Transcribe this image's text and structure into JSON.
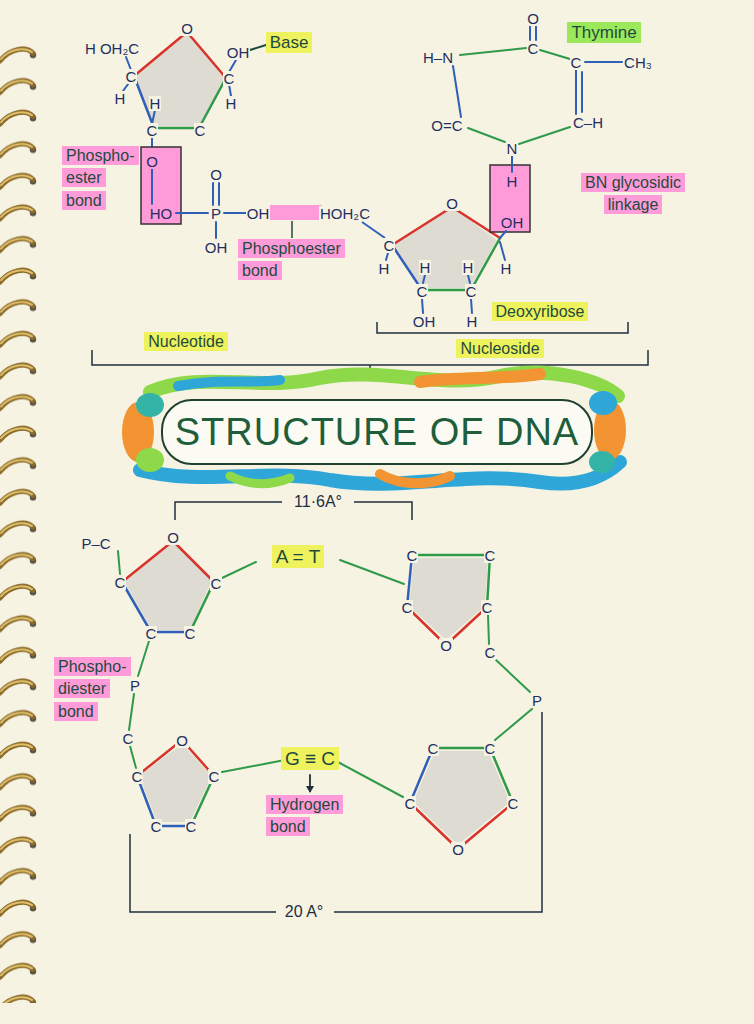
{
  "diagram": {
    "title": "STRUCTURE OF DNA",
    "nodes": [
      {
        "text": [
          "Base"
        ]
      },
      {
        "text": [
          "Thymine"
        ]
      },
      {
        "text": [
          "Phospho- ester bond"
        ]
      },
      {
        "text": [
          "Phosphoester bond"
        ]
      },
      {
        "text": [
          "BN glycosidic linkage"
        ]
      },
      {
        "text": [
          "Deoxyribose"
        ]
      },
      {
        "text": [
          "Nucleotide"
        ]
      },
      {
        "text": [
          "Nucleoside"
        ]
      },
      {
        "text": [
          "A = T"
        ]
      },
      {
        "text": [
          "Phospho- diester bond"
        ]
      },
      {
        "text": [
          "G ≡ C"
        ]
      },
      {
        "text": [
          "Hydrogen bond"
        ]
      }
    ],
    "edges": [
      {
        "from": 10,
        "to": 11,
        "arrow": "to"
      }
    ],
    "labels": [
      "H OH₂C",
      "O",
      "OH",
      "C",
      "C",
      "H",
      "H",
      "H",
      "C",
      "C",
      "O",
      "O",
      "HO",
      "P",
      "OH",
      "HOH₂C",
      "OH",
      "O",
      "C",
      "H–N",
      "C",
      "CH₃",
      "O=C",
      "C–H",
      "N",
      "H",
      "O",
      "OH",
      "C",
      "H",
      "H",
      "H",
      "H",
      "C",
      "C",
      "OH",
      "H",
      "11·6A°",
      "P–C",
      "O",
      "C",
      "C",
      "C",
      "C",
      "C",
      "C",
      "C",
      "C",
      "O",
      "C",
      "P",
      "P",
      "C",
      "O",
      "C",
      "C",
      "C",
      "C",
      "C",
      "C",
      "C",
      "C",
      "O",
      "20 A°"
    ]
  }
}
